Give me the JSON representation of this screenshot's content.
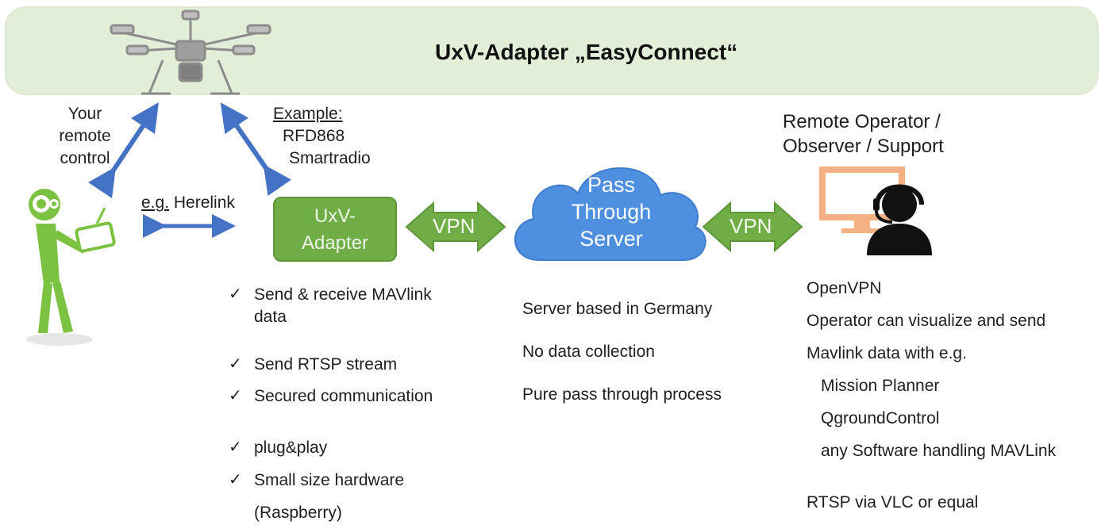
{
  "banner": {
    "title": "UxV-Adapter „EasyConnect“"
  },
  "remote": {
    "line1": "Your",
    "line2": "remote",
    "line3": "control"
  },
  "example": {
    "heading": "Example:",
    "line1": "RFD868",
    "line2": "Smartradio"
  },
  "herelink": {
    "prefix": "e.g.",
    "name": "Herelink"
  },
  "adapter": {
    "line1": "UxV-",
    "line2": "Adapter"
  },
  "vpn_left": "VPN",
  "vpn_right": "VPN",
  "server": {
    "line1": "Pass",
    "line2": "Through",
    "line3": "Server"
  },
  "operator": {
    "line1": "Remote Operator /",
    "line2": "Observer / Support"
  },
  "features": {
    "check": "✓",
    "f1a": "Send & receive MAVlink",
    "f1b": "data",
    "f2": "Send RTSP stream",
    "f3": "Secured communication",
    "f4": "plug&play",
    "f5": "Small size hardware",
    "f5b": "(Raspberry)"
  },
  "server_notes": {
    "n1": "Server based in Germany",
    "n2": "No data collection",
    "n3": "Pure pass through process"
  },
  "operator_notes": {
    "n1": "OpenVPN",
    "n2": "Operator can visualize and send",
    "n3": "Mavlink data with e.g.",
    "n4": "Mission Planner",
    "n5": "QgroundControl",
    "n6": "any Software handling MAVLink",
    "n7": "RTSP via VLC or equal"
  },
  "colors": {
    "banner_bg": "#e3eed8",
    "adapter_green": "#70ad47",
    "cloud_blue": "#4f8fe0",
    "arrow_blue": "#4472c4",
    "monitor_orange": "#f4b183",
    "pilot_green": "#7cc242"
  }
}
